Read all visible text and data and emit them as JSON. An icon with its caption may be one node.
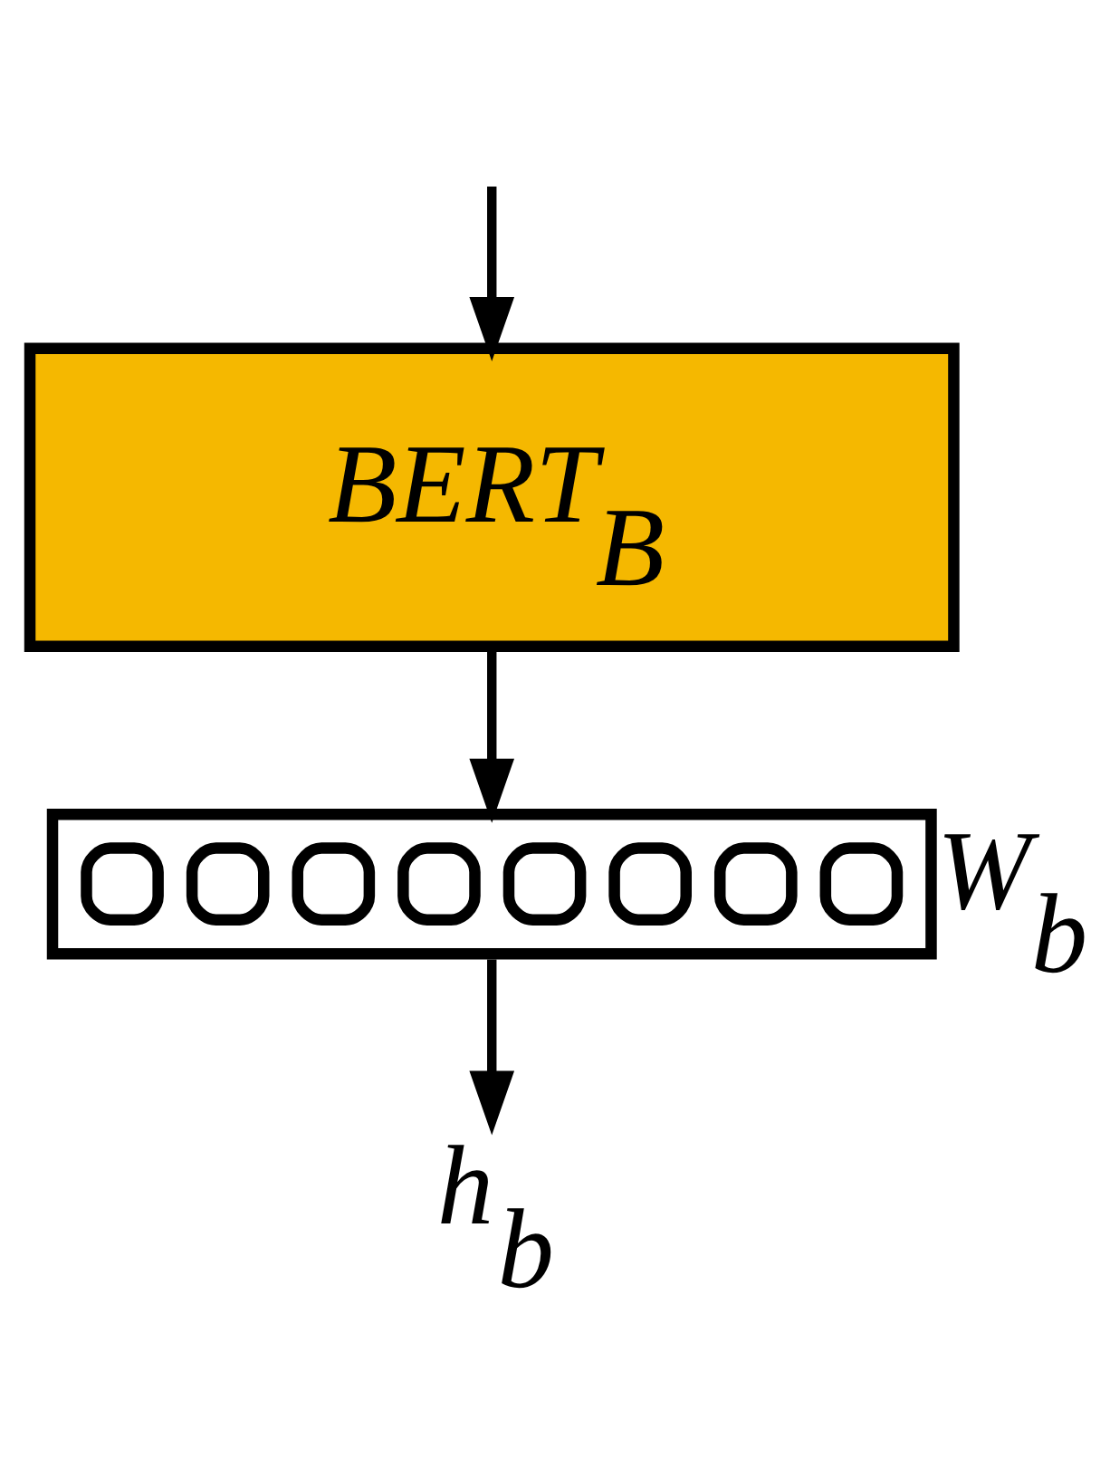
{
  "diagram": {
    "nodes": [
      {
        "text": [
          "BERT$_{B}$"
        ]
      },
      {
        "text": [],
        "shape": "bar",
        "beside": [
          "W$_{b}$"
        ]
      },
      {
        "text": [
          "h$_{b}$"
        ]
      }
    ],
    "edges": [
      {
        "from": null,
        "to": 0,
        "arrow": "to"
      },
      {
        "from": 0,
        "to": 1,
        "arrow": "to"
      },
      {
        "from": 1,
        "to": 2,
        "arrow": "to"
      }
    ]
  }
}
